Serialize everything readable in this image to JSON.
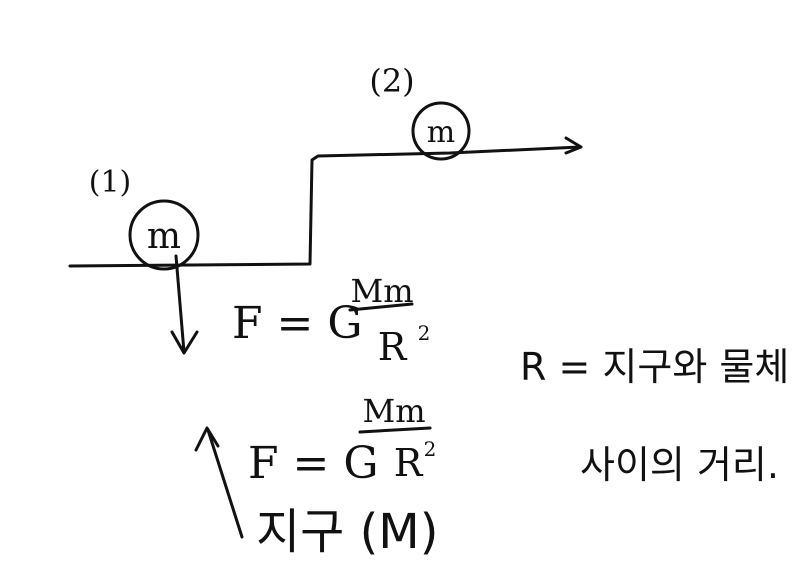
{
  "labels": {
    "position_1": "(1)",
    "position_2": "(2)",
    "mass_1": "m",
    "mass_2": "m"
  },
  "formula_down": {
    "lhs": "F = G",
    "numerator": "Mm",
    "denominator": "R",
    "exponent": "2"
  },
  "formula_up": {
    "lhs": "F = G",
    "numerator": "Mm",
    "denominator": "R",
    "exponent": "2"
  },
  "earth_label": "지구 (M)",
  "note": {
    "line1": "R = 지구와 물체",
    "line2": "사이의 거리."
  },
  "ink_color": "#111111"
}
